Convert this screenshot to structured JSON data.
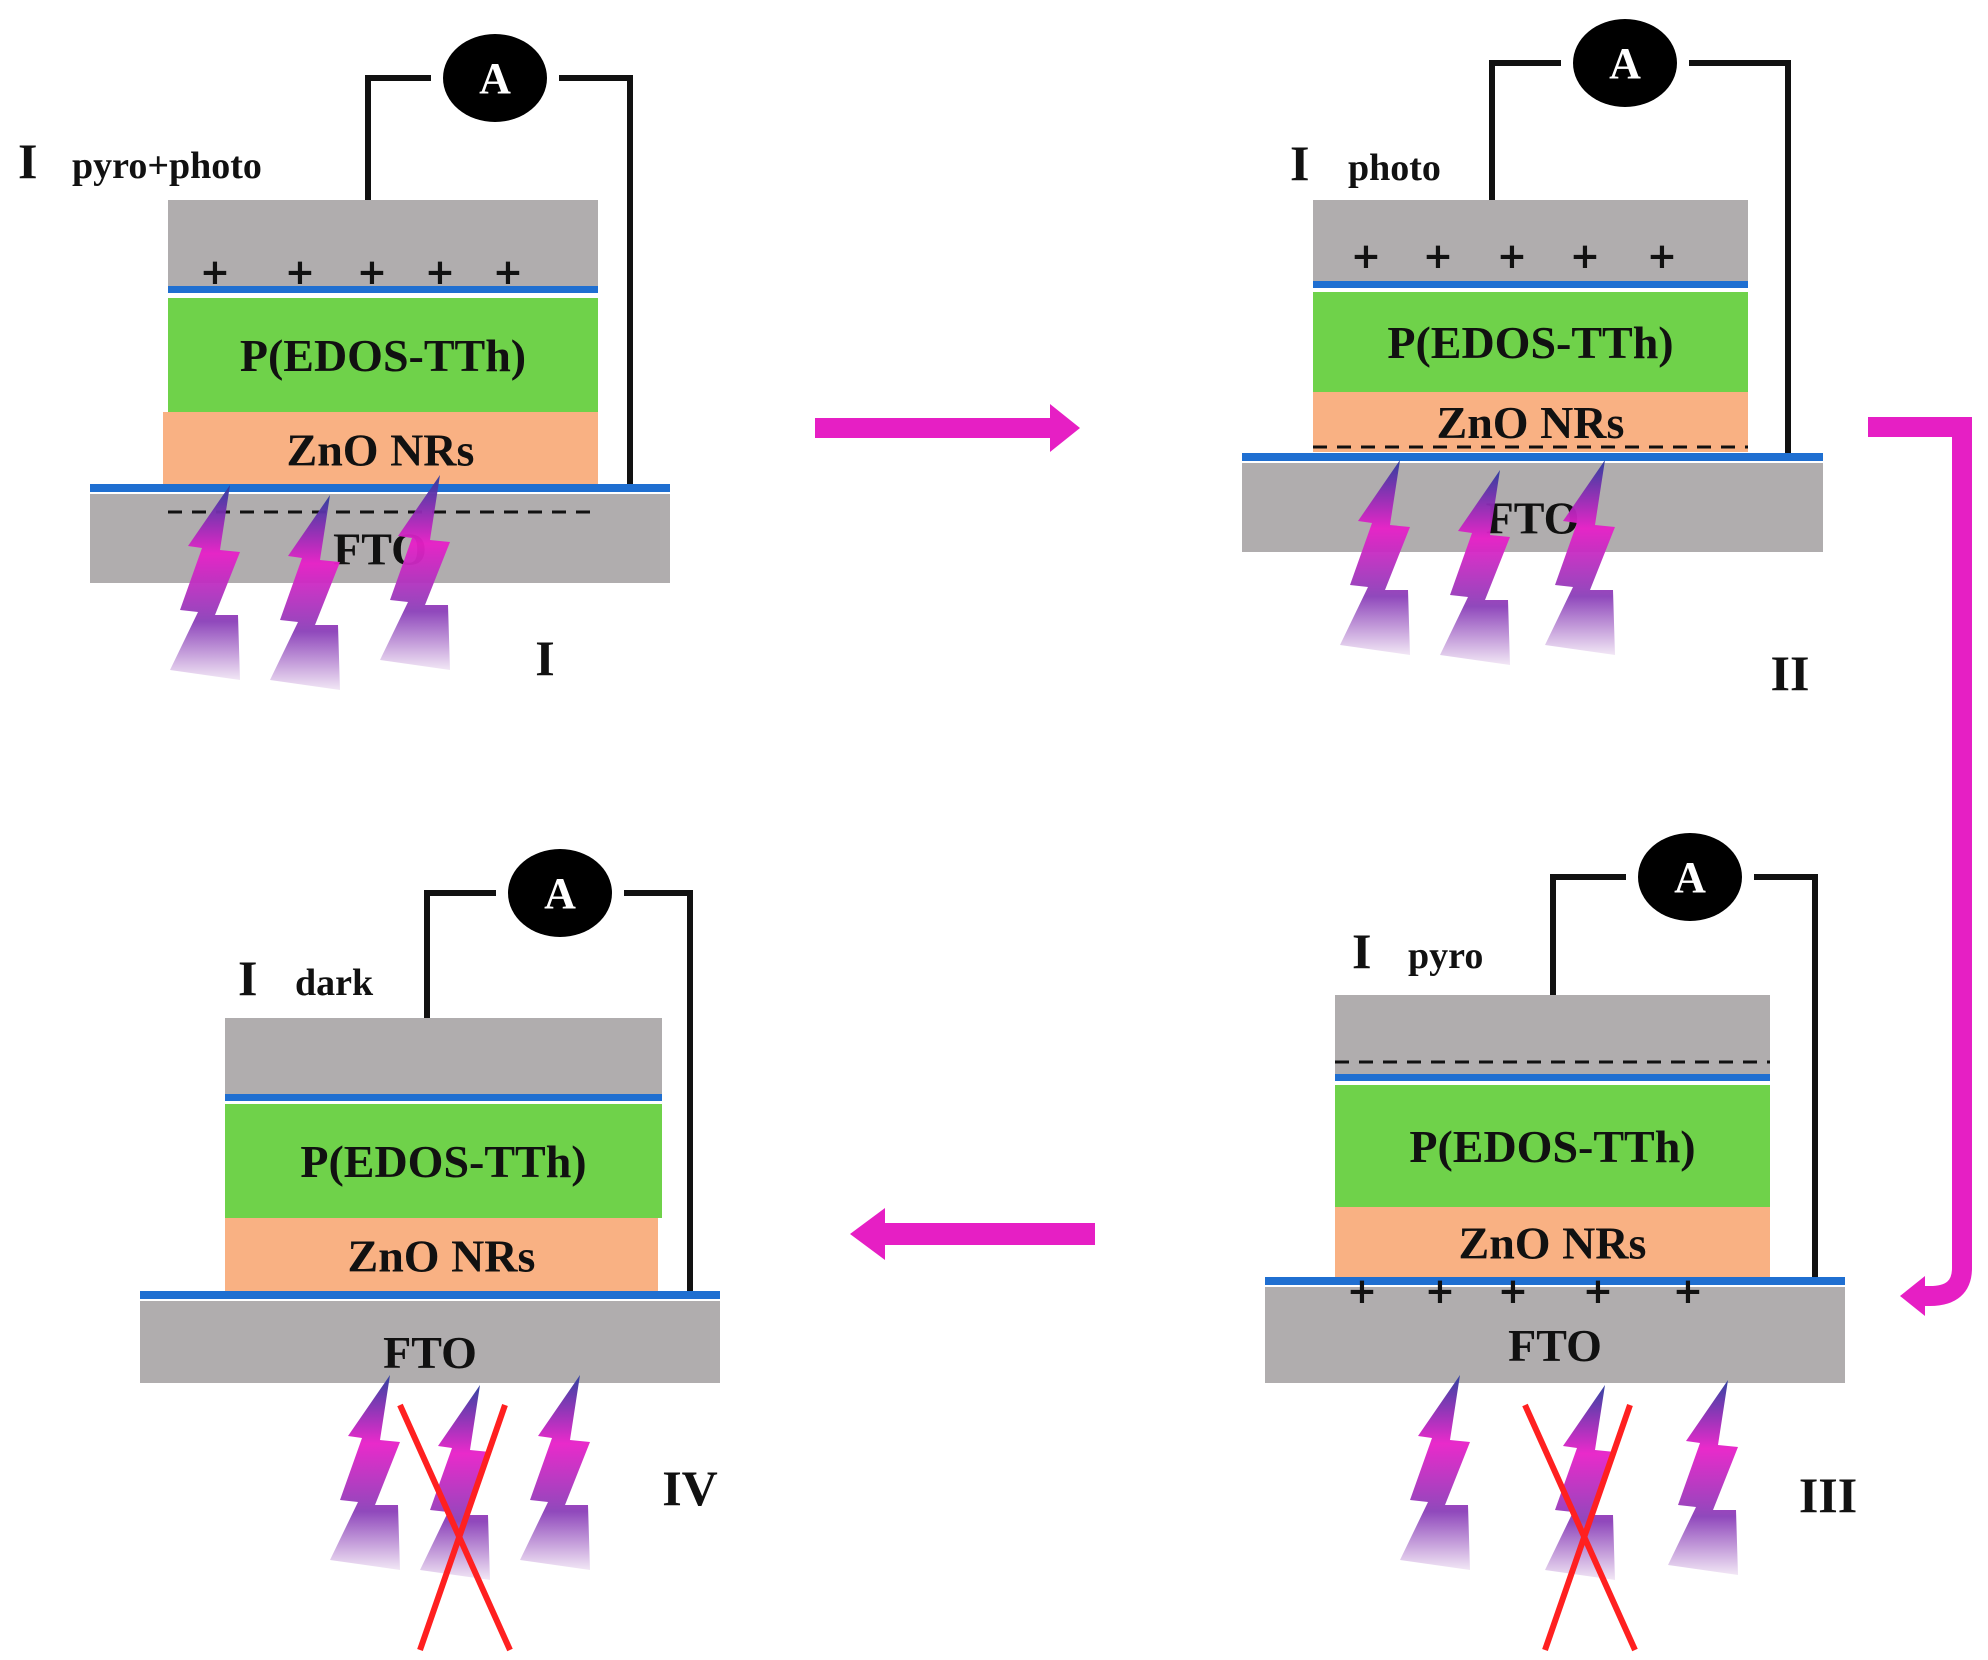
{
  "panels": [
    {
      "id": "I",
      "stage_label": "I",
      "current_symbol": "I",
      "current_subscript": "pyro+photo",
      "meter_label": "A",
      "top_charge": "+",
      "bottom_charge": "-",
      "layers": {
        "polymer": "P(EDOS-TTh)",
        "zno": "ZnO NRs",
        "fto": "FTO"
      },
      "illuminated": true
    },
    {
      "id": "II",
      "stage_label": "II",
      "current_symbol": "I",
      "current_subscript": "photo",
      "meter_label": "A",
      "top_charge": "+",
      "bottom_charge": "-",
      "layers": {
        "polymer": "P(EDOS-TTh)",
        "zno": "ZnO NRs",
        "fto": "FTO"
      },
      "illuminated": true
    },
    {
      "id": "III",
      "stage_label": "III",
      "current_symbol": "I",
      "current_subscript": "pyro",
      "meter_label": "A",
      "top_charge": "-",
      "bottom_charge": "+",
      "layers": {
        "polymer": "P(EDOS-TTh)",
        "zno": "ZnO NRs",
        "fto": "FTO"
      },
      "illuminated": false
    },
    {
      "id": "IV",
      "stage_label": "IV",
      "current_symbol": "I",
      "current_subscript": "dark",
      "meter_label": "A",
      "top_charge": "",
      "bottom_charge": "",
      "layers": {
        "polymer": "P(EDOS-TTh)",
        "zno": "ZnO NRs",
        "fto": "FTO"
      },
      "illuminated": false
    }
  ],
  "colors": {
    "electrode_gray": "#b0adae",
    "polymer_green": "#6fd24a",
    "zno_orange": "#f9b183",
    "interface_blue": "#1f6fd1",
    "arrow_magenta": "#e61fc4",
    "cross_red": "#ff2020",
    "meter_black": "#000000"
  }
}
